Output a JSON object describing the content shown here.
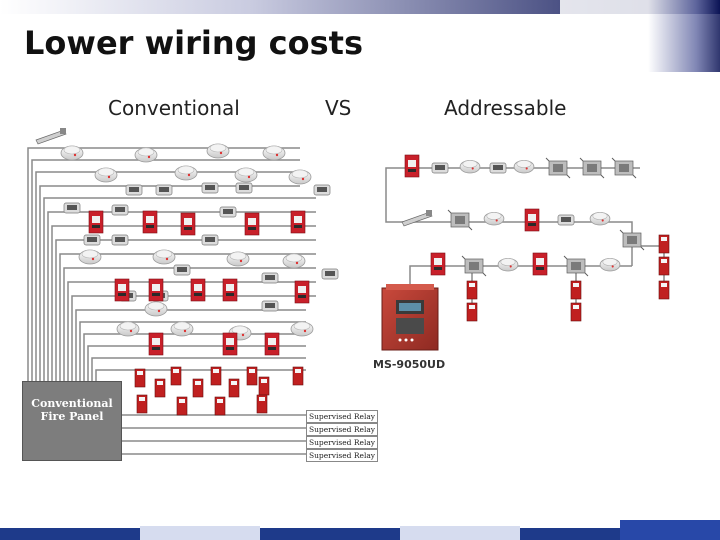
{
  "title": "Lower wiring costs",
  "headings": {
    "conventional": "Conventional",
    "vs": "VS",
    "addressable": "Addressable"
  },
  "conventional_panel_label": "Conventional Fire Panel",
  "addressable_panel_label": "MS-9050UD",
  "relay_labels": [
    "Supervised Relay",
    "Supervised Relay",
    "Supervised Relay",
    "Supervised Relay"
  ],
  "colors": {
    "header_band": "#0b1355",
    "wire": "#8a8a8a",
    "pull_station": "#c8202a",
    "horn_strobe": "#c02020",
    "panel_red": "#b83a2e",
    "conv_panel": "#7d7d7d",
    "bottom_band": "#1e3a8a"
  },
  "icons": [
    "smoke-detector-icon",
    "heat-detector-icon",
    "pull-station-icon",
    "horn-strobe-icon",
    "beam-detector-icon",
    "module-icon",
    "fire-panel-icon"
  ]
}
